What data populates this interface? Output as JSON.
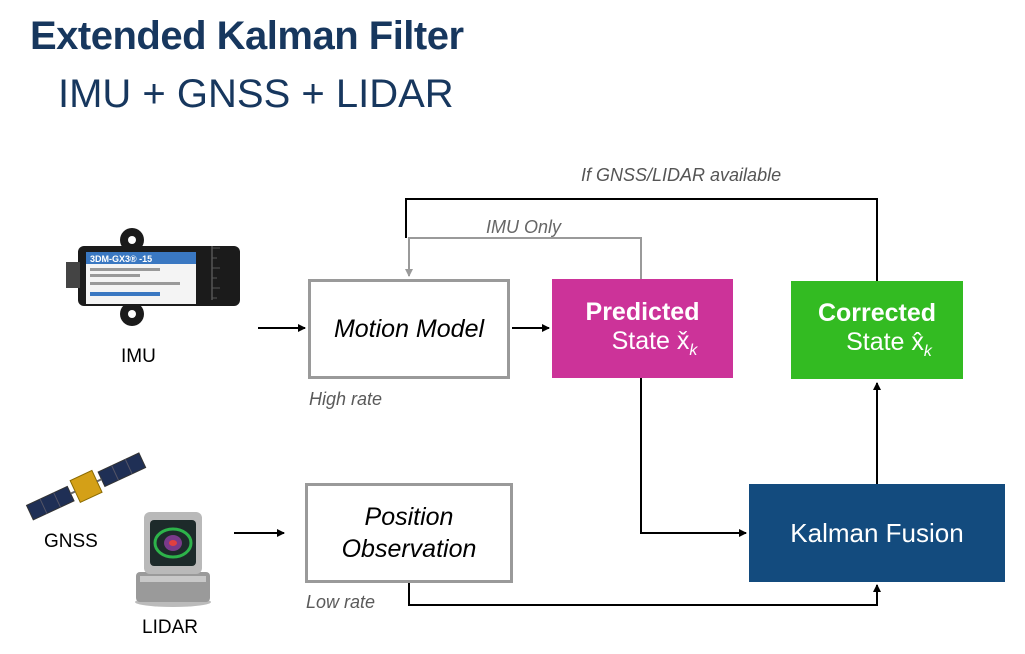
{
  "header": {
    "title": "Extended Kalman Filter",
    "subtitle": "IMU + GNSS + LIDAR"
  },
  "blocks": {
    "motion_model": "Motion Model",
    "position_line1": "Position",
    "position_line2": "Observation",
    "predicted_title": "Predicted",
    "predicted_state": "State x̌",
    "predicted_sub": "k",
    "corrected_title": "Corrected",
    "corrected_state": "State x̂",
    "corrected_sub": "k",
    "fusion": "Kalman Fusion"
  },
  "labels": {
    "high_rate": "High rate",
    "low_rate": "Low rate",
    "imu_only": "IMU Only",
    "gnss_lidar_available": "If GNSS/LIDAR available"
  },
  "devices": {
    "imu": "IMU",
    "gnss": "GNSS",
    "lidar": "LIDAR",
    "imu_model": "3DM-GX3® -15"
  },
  "colors": {
    "title": "#17375e",
    "predicted": "#cc3399",
    "corrected": "#33bb22",
    "fusion": "#134b7e",
    "outline": "#9a9a9a"
  }
}
